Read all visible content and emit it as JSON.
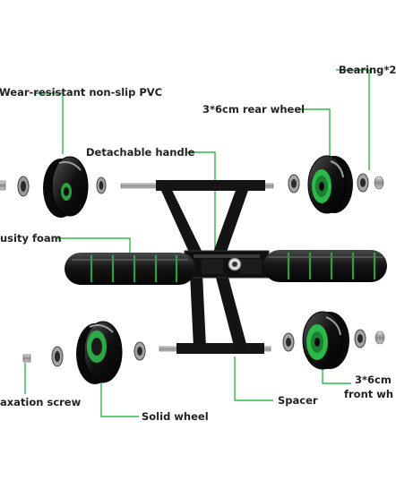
{
  "labels": {
    "pvc": "Wear-resistant non-slip PVC",
    "bearing": "Bearing*2",
    "rear_wheel": "3*6cm rear wheel",
    "handle": "Detachable handle",
    "foam": "usity foam",
    "screw": "axation screw",
    "solid_wheel": "Solid wheel",
    "spacer": "Spacer",
    "front_wheel_line1": "3*6cm",
    "front_wheel_line2": "front wh"
  },
  "colors": {
    "accent": "#2db84a",
    "metal": "#1a1a1a",
    "text": "#222222"
  },
  "icons": {
    "hex-bolt": "hex-bolt-icon",
    "bearing": "bearing-ring-icon",
    "wheel": "wheel-icon"
  }
}
